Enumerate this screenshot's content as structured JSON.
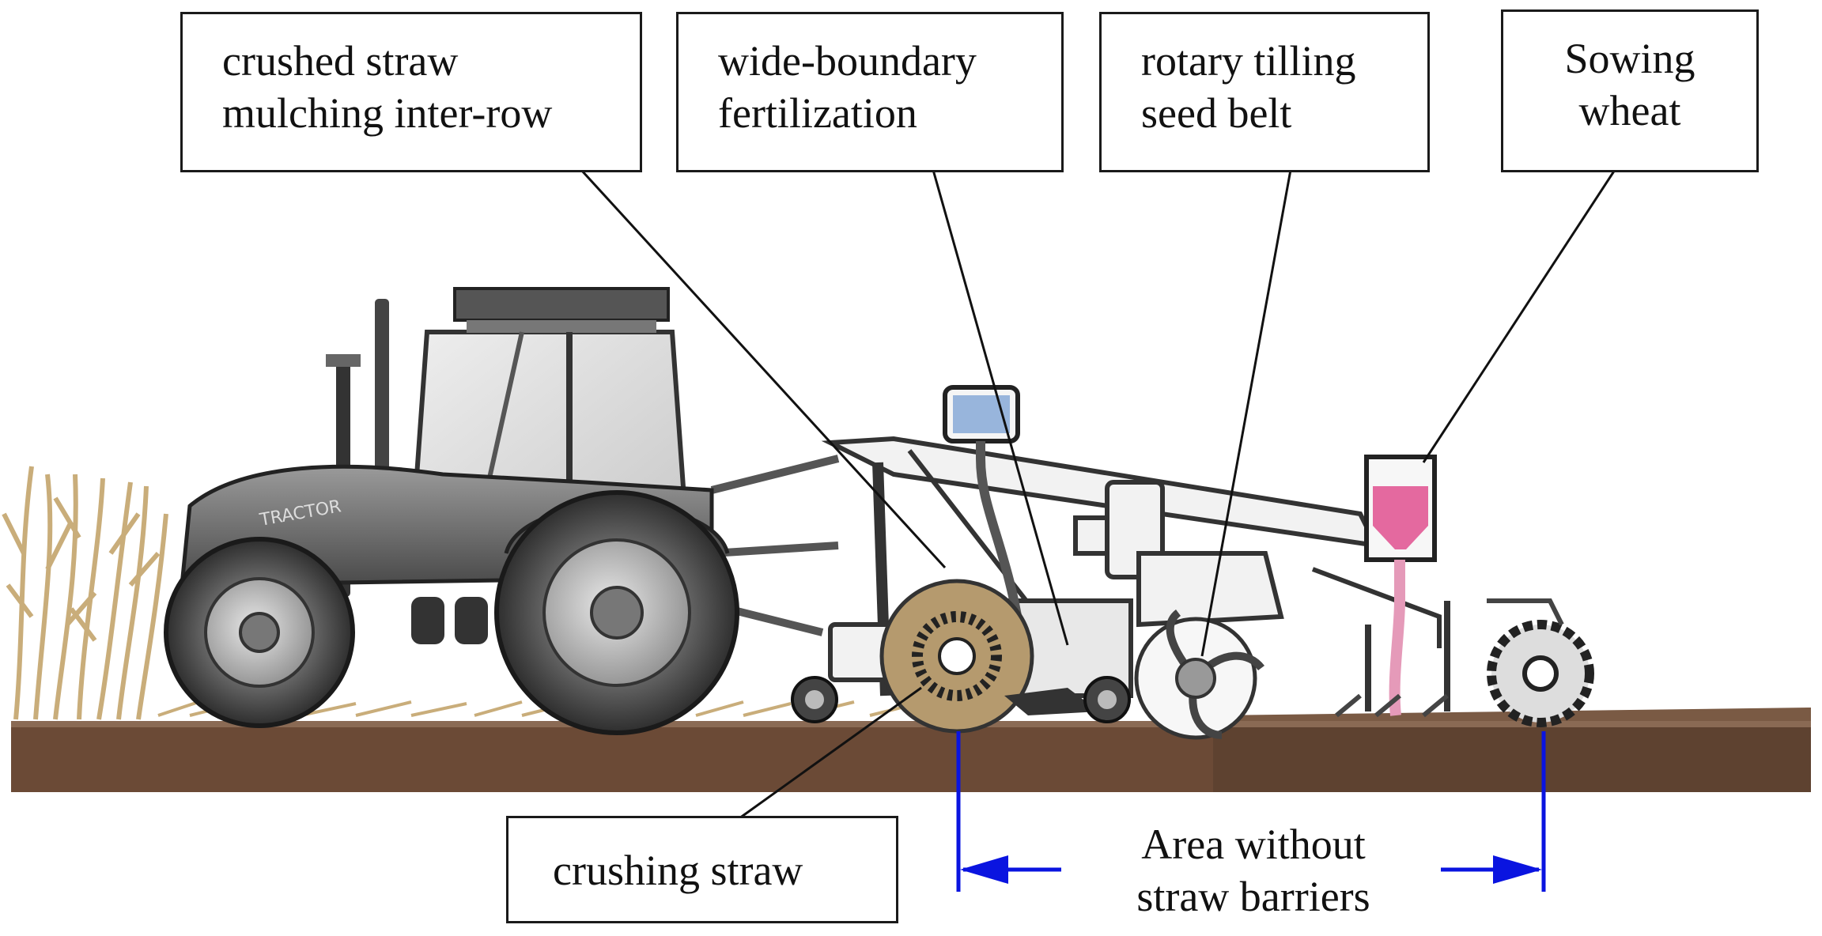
{
  "labels": {
    "crushed_straw_mulching": "crushed straw\nmulching inter-row",
    "wide_boundary_fertilization": "wide-boundary\nfertilization",
    "rotary_tilling_seed_belt": "rotary tilling\nseed belt",
    "sowing_wheat": "Sowing\nwheat",
    "crushing_straw": "crushing straw",
    "area_without_straw_barriers": "Area without\nstraw barriers"
  },
  "tractor_hood_text": "TRACTOR",
  "colors": {
    "soil_dark": "#6b4a36",
    "soil_light": "#8a6a54",
    "straw": "#c9ad7a",
    "dimension_blue": "#0a14e0",
    "fertilizer_blue": "#4a7fc7",
    "seed_pink": "#e0508f"
  }
}
